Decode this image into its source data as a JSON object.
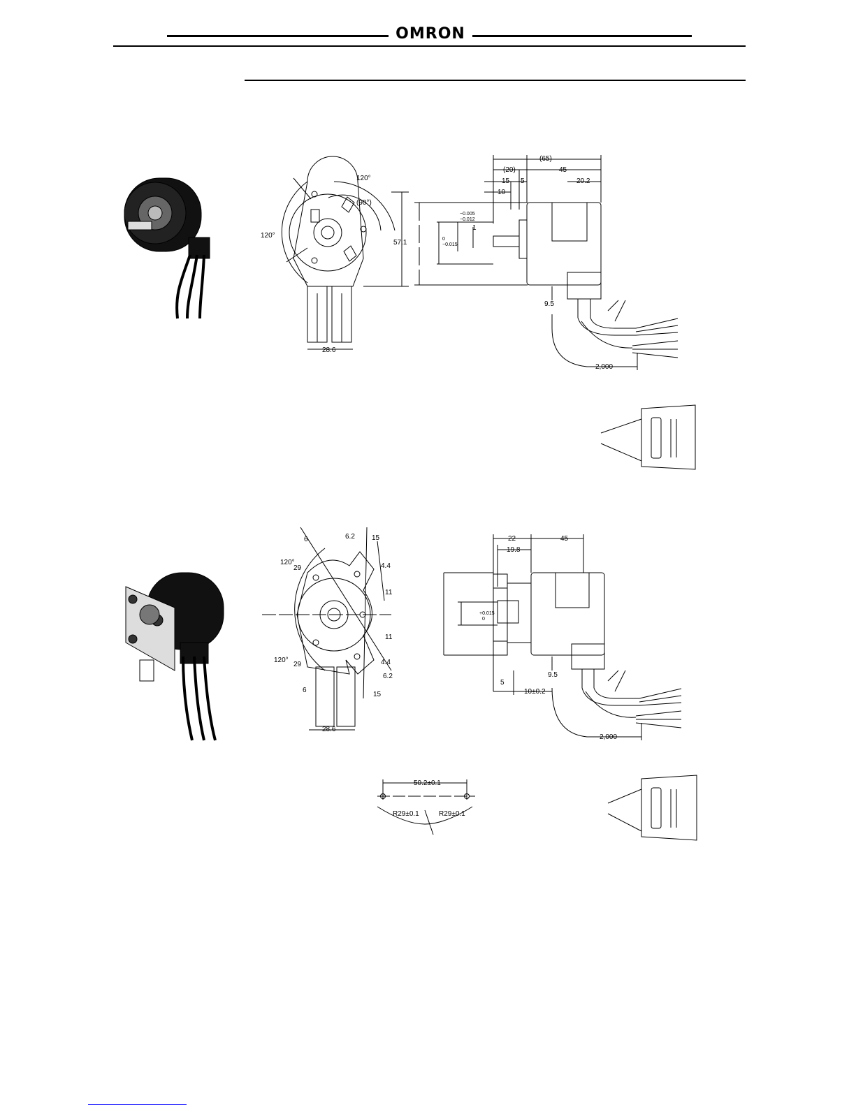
{
  "header": {
    "brand": "OMRON"
  },
  "drawing1": {
    "angle_top": "120°",
    "angle_top_paren": "(90°)",
    "angle_left": "120°",
    "height": "57.1",
    "width_bottom": "28.6",
    "dim_total": "(65)",
    "dim_shaft_paren": "(20)",
    "dim_body": "45",
    "dim_15": "15",
    "dim_5": "5",
    "dim_10": "10",
    "dim_202": "20.2",
    "tol_a1": "−0.005",
    "tol_a2": "−0.012",
    "dim_1": "1",
    "tol_b1": "0",
    "tol_b2": "−0.015",
    "dim_95": "9.5",
    "cable_len": "2,000"
  },
  "drawing2": {
    "dim_6a": "6",
    "dim_62a": "6.2",
    "dim_15a": "15",
    "angle_top": "120°",
    "dim_29a": "29",
    "dim_44a": "4.4",
    "dim_11a": "11",
    "dim_11b": "11",
    "dim_44b": "4.4",
    "dim_62b": "6.2",
    "angle_bot": "120°",
    "dim_29b": "29",
    "dim_6b": "6",
    "dim_15b": "15",
    "width_bottom": "28.6",
    "dim_22": "22",
    "dim_198": "19.8",
    "dim_45": "45",
    "tol_c1": "+0.015",
    "tol_c2": "0",
    "dim_5": "5",
    "dim_10tol": "10±0.2",
    "dim_95": "9.5",
    "cable_len": "2,000"
  },
  "mounting": {
    "span": "50.2±0.1",
    "r_left": "R29±0.1",
    "r_right": "R29±0.1"
  }
}
